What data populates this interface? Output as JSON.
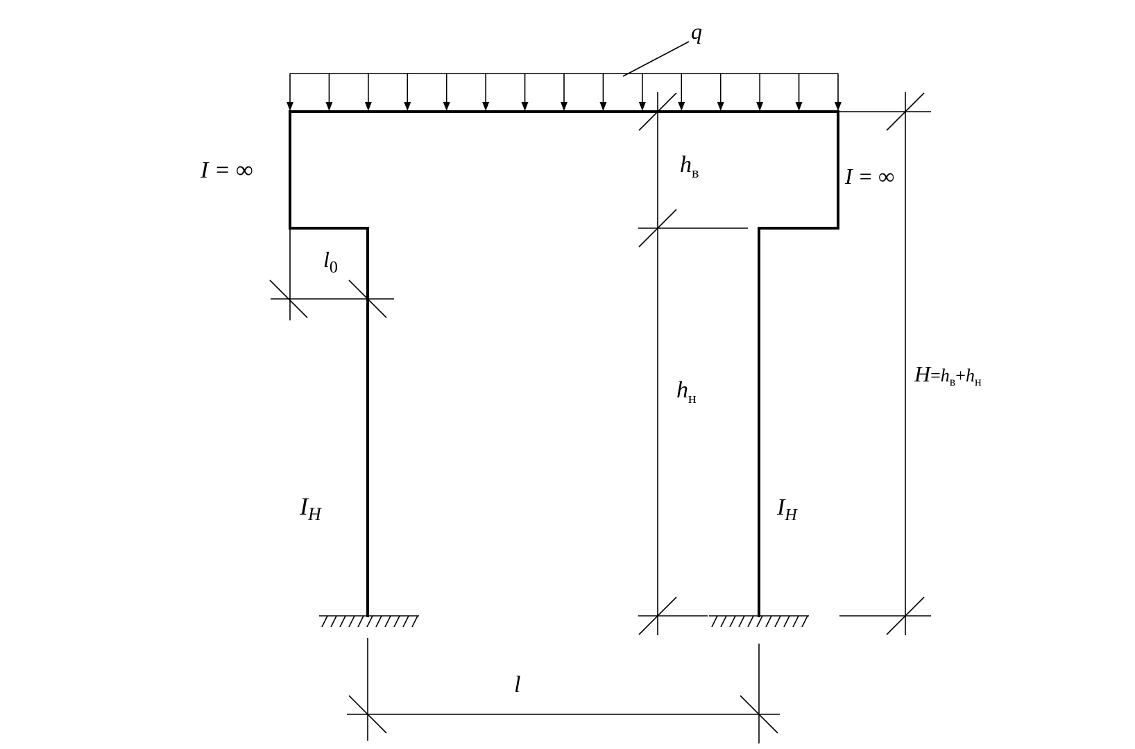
{
  "labels": {
    "q": "q",
    "stiffness_left": "I = ∞",
    "stiffness_right": "I = ∞",
    "column_left": {
      "main": "I",
      "sub": "H"
    },
    "column_right": {
      "main": "I",
      "sub": "H"
    },
    "upper_height": {
      "main": "h",
      "sub": "в"
    },
    "lower_height": {
      "main": "h",
      "sub": "н"
    },
    "offset": {
      "main": "l",
      "sub": "0"
    },
    "span": "l",
    "total_height": {
      "H": "H",
      "eq": "=",
      "hb": "h",
      "hb_sub": "в",
      "plus": "+",
      "hn": "h",
      "hn_sub": "н"
    }
  },
  "load": {
    "type": "uniformly distributed",
    "arrow_count": 15
  }
}
